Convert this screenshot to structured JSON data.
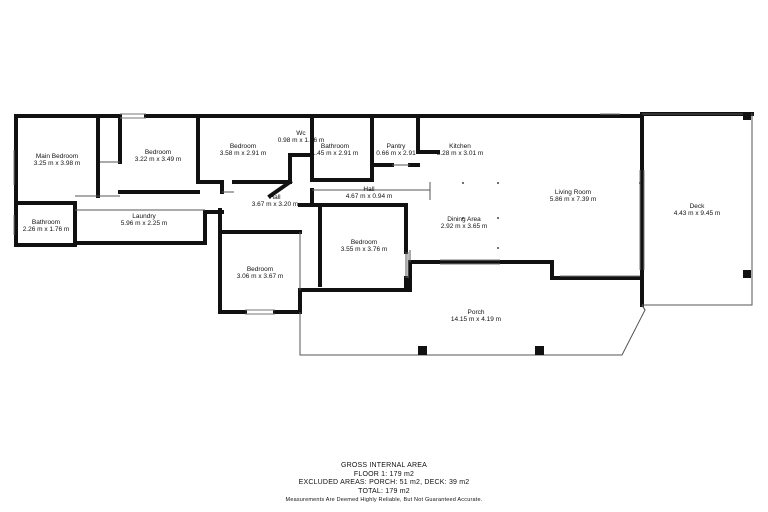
{
  "rooms": [
    {
      "id": "main-bedroom",
      "name": "Main Bedroom",
      "dims": "3.25 m x 3.98 m"
    },
    {
      "id": "bedroom-2",
      "name": "Bedroom",
      "dims": "3.22 m x 3.49 m"
    },
    {
      "id": "bedroom-3",
      "name": "Bedroom",
      "dims": "3.58 m x 2.91 m"
    },
    {
      "id": "wc",
      "name": "Wc",
      "dims": "0.98 m x 1.56 m"
    },
    {
      "id": "bathroom-2",
      "name": "Bathroom",
      "dims": "1.45 m x 2.91 m"
    },
    {
      "id": "pantry",
      "name": "Pantry",
      "dims": "0.66 m x 2.91"
    },
    {
      "id": "kitchen",
      "name": "Kitchen",
      "dims": "3.28 m x 3.01 m"
    },
    {
      "id": "living-room",
      "name": "Living Room",
      "dims": "5.86 m x 7.39 m"
    },
    {
      "id": "deck",
      "name": "Deck",
      "dims": "4.43 m x 9.45 m"
    },
    {
      "id": "hall-1",
      "name": "Hall",
      "dims": "4.67 m x 0.94 m"
    },
    {
      "id": "hall-2",
      "name": "Hall",
      "dims": "3.67 m x 3.20 m"
    },
    {
      "id": "bathroom-1",
      "name": "Bathroom",
      "dims": "2.26 m x 1.76 m"
    },
    {
      "id": "laundry",
      "name": "Laundry",
      "dims": "5.96 m x 2.25 m"
    },
    {
      "id": "dining-area",
      "name": "Dining Area",
      "dims": "2.92 m x 3.65 m"
    },
    {
      "id": "bedroom-4",
      "name": "Bedroom",
      "dims": "3.55 m x 3.76 m"
    },
    {
      "id": "bedroom-5",
      "name": "Bedroom",
      "dims": "3.06 m x 3.67 m"
    },
    {
      "id": "porch",
      "name": "Porch",
      "dims": "14.15 m x 4.19 m"
    }
  ],
  "footer": {
    "title": "GROSS INTERNAL AREA",
    "floor": "FLOOR 1: 179 m2",
    "excluded": "EXCLUDED AREAS: PORCH: 51 m2, DECK: 39 m2",
    "total": "TOTAL: 179 m2",
    "note": "Measurements Are Deemed Highly Reliable, But Not Guaranteed Accurate."
  }
}
